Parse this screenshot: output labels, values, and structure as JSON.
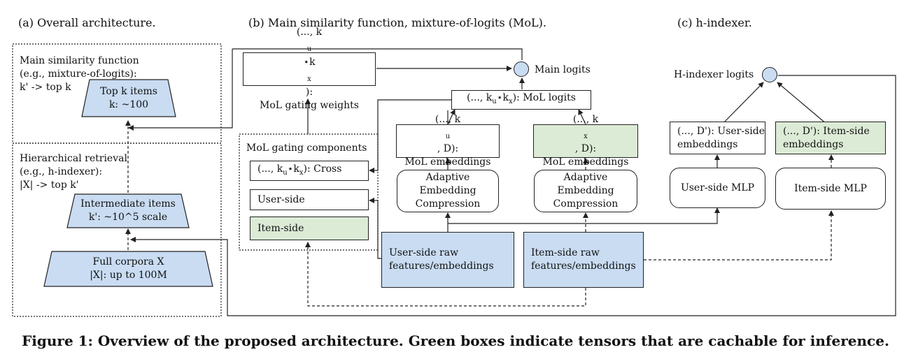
{
  "panel_titles": {
    "a": "(a) Overall architecture.",
    "b": "(b) Main similarity function, mixture-of-logits (MoL).",
    "c": "(c) h-indexer."
  },
  "left_panel": {
    "main_similarity": [
      "Main similarity function",
      "(e.g., mixture-of-logits):",
      "k' -> top k"
    ],
    "top_k": [
      "Top k items",
      "k: ~100"
    ],
    "hierarchical": [
      "Hierarchical retrieval",
      "(e.g., h-indexer):",
      "|X| -> top k'"
    ],
    "intermediate": [
      "Intermediate items",
      "k': ~10^5 scale"
    ],
    "full_corpora": [
      "Full corpora X",
      "|X|: up to 100M"
    ]
  },
  "mol": {
    "gating_weights_top": "(..., k",
    "gating_weights_top_sub1": "u",
    "gating_weights_top_mid": "⋆k",
    "gating_weights_top_sub2": "x",
    "gating_weights_top_end": "):",
    "gating_weights_bottom": "MoL gating weights",
    "main_logits": "Main logits",
    "mol_logits_pre": "(..., k",
    "mol_logits_sub1": "u",
    "mol_logits_mid": "⋆k",
    "mol_logits_sub2": "x",
    "mol_logits_end": "): MoL logits",
    "user_emb_pre": "(..., k",
    "user_emb_sub": "u",
    "user_emb_end": ", D):",
    "user_emb_bottom": "MoL embeddings",
    "item_emb_pre": "(..., k",
    "item_emb_sub": "x",
    "item_emb_end": ", D):",
    "item_emb_bottom": "MoL embeddings",
    "gating_components": "MoL gating components",
    "cross_pre": "(..., k",
    "cross_sub1": "u",
    "cross_mid": "⋆k",
    "cross_sub2": "x",
    "cross_end": "): Cross",
    "user_side": "User-side",
    "item_side": "Item-side",
    "aec_user": [
      "Adaptive",
      "Embedding",
      "Compression"
    ],
    "aec_item": [
      "Adaptive",
      "Embedding",
      "Compression"
    ],
    "user_raw": [
      "User-side raw",
      "features/embeddings"
    ],
    "item_raw": [
      "Item-side raw",
      "features/embeddings"
    ]
  },
  "hindexer": {
    "logits": "H-indexer logits",
    "user_emb": [
      "(..., D'): User-side",
      "embeddings"
    ],
    "item_emb": [
      "(..., D'): Item-side",
      "embeddings"
    ],
    "user_mlp": "User-side MLP",
    "item_mlp": "Item-side MLP"
  },
  "caption": "Figure 1: Overview of the proposed architecture. Green boxes indicate tensors that are cachable for inference.",
  "colors": {
    "blue_fill": "#c9dcf2",
    "green_fill": "#dcebd6",
    "line": "#222222"
  }
}
